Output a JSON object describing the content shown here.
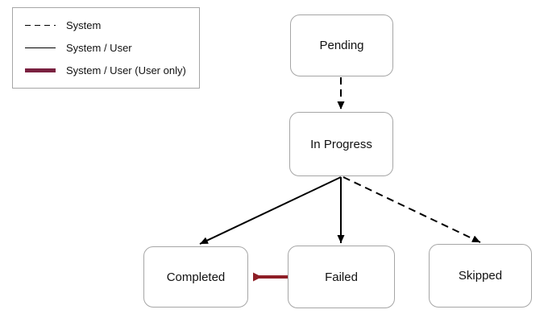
{
  "legend": {
    "items": [
      {
        "label": "System",
        "style": "dashed"
      },
      {
        "label": "System / User",
        "style": "solid"
      },
      {
        "label": "System / User (User only)",
        "style": "thick"
      }
    ]
  },
  "nodes": {
    "pending": {
      "label": "Pending"
    },
    "in_progress": {
      "label": "In Progress"
    },
    "completed": {
      "label": "Completed"
    },
    "failed": {
      "label": "Failed"
    },
    "skipped": {
      "label": "Skipped"
    }
  },
  "edges": [
    {
      "from": "Pending",
      "to": "In Progress",
      "type": "System",
      "style": "dashed-black"
    },
    {
      "from": "In Progress",
      "to": "Completed",
      "type": "System / User",
      "style": "solid-black"
    },
    {
      "from": "In Progress",
      "to": "Failed",
      "type": "System / User",
      "style": "solid-black"
    },
    {
      "from": "In Progress",
      "to": "Skipped",
      "type": "System",
      "style": "dashed-black"
    },
    {
      "from": "Failed",
      "to": "Completed",
      "type": "System / User (User only)",
      "style": "thick-red"
    }
  ],
  "colors": {
    "edge_system": "#000000",
    "edge_user_only": "#8e1e26",
    "legend_user_only": "#7a2140",
    "node_border": "#a6a6a6",
    "legend_border": "#a6a6a6"
  }
}
